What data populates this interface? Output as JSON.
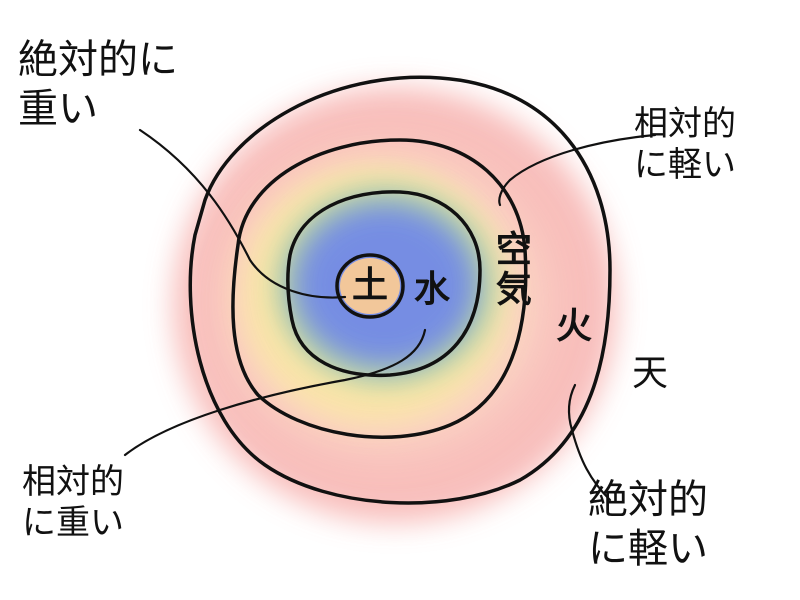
{
  "layers": {
    "earth": "土",
    "water": "水",
    "air": "空気",
    "fire": "火",
    "heaven": "天"
  },
  "annotations": {
    "absolute_heavy": "絶対的に\n重い",
    "relative_light": "相対的\nに軽い",
    "relative_heavy": "相対的\nに重い",
    "absolute_light": "絶対的\nに軽い"
  },
  "colors": {
    "outer_fire": "#f7b3b0",
    "inner_fire": "#fbd7c6",
    "air": "#fbe6a6",
    "water_green": "#9fd3a2",
    "water_blue": "#6f86ea",
    "earth": "#f2c79a",
    "outline": "#111111"
  }
}
